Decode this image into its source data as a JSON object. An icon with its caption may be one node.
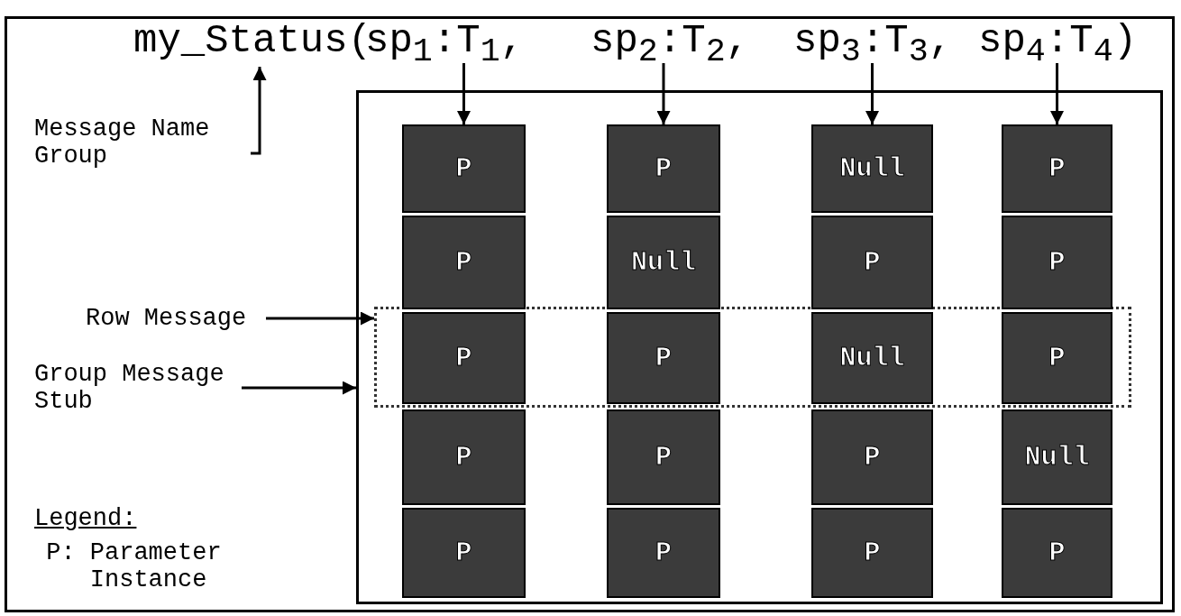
{
  "diagram": {
    "nodes": [
      {
        "text": [
          "my_Status("
        ]
      },
      {
        "text": [
          "sp$_{1}$:T$_{1}$,"
        ]
      },
      {
        "text": [
          "sp$_{2}$:T$_{2}$,"
        ]
      },
      {
        "text": [
          "sp$_{3}$:T$_{3}$,"
        ]
      },
      {
        "text": [
          "sp$_{4}$:T$_{4}$)"
        ]
      },
      {
        "text": [
          "Message Name Group"
        ]
      },
      {
        "text": [],
        "shape": "box"
      },
      {
        "text": [],
        "shape": "box",
        "in": 6
      },
      {
        "text": [
          "P"
        ],
        "in": 6
      },
      {
        "text": [
          "P"
        ],
        "in": 6
      },
      {
        "text": [
          "Null"
        ],
        "in": 6
      },
      {
        "text": [
          "P"
        ],
        "in": 6
      },
      {
        "text": [
          "P"
        ],
        "in": 6
      },
      {
        "text": [
          "Null"
        ],
        "in": 6
      },
      {
        "text": [
          "P"
        ],
        "in": 6
      },
      {
        "text": [
          "P"
        ],
        "in": 6
      },
      {
        "text": [
          "P"
        ],
        "in": 7
      },
      {
        "text": [
          "P"
        ],
        "in": 7
      },
      {
        "text": [
          "Null"
        ],
        "in": 7
      },
      {
        "text": [
          "P"
        ],
        "in": 7
      },
      {
        "text": [
          "P"
        ],
        "in": 6
      },
      {
        "text": [
          "P"
        ],
        "in": 6
      },
      {
        "text": [
          "P"
        ],
        "in": 6
      },
      {
        "text": [
          "Null"
        ],
        "in": 6
      },
      {
        "text": [
          "P"
        ],
        "in": 6
      },
      {
        "text": [
          "P"
        ],
        "in": 6
      },
      {
        "text": [
          "P"
        ],
        "in": 6
      },
      {
        "text": [
          "P"
        ],
        "in": 6
      },
      {
        "text": [
          "Row Message"
        ]
      },
      {
        "text": [
          "Group Message Stub"
        ]
      }
    ],
    "edges": [
      {
        "from": 5,
        "to": 0,
        "arrow": "to"
      },
      {
        "from": 1,
        "to": 8,
        "arrow": "to"
      },
      {
        "from": 2,
        "to": 9,
        "arrow": "to"
      },
      {
        "from": 3,
        "to": 10,
        "arrow": "to"
      },
      {
        "from": 4,
        "to": 11,
        "arrow": "to"
      },
      {
        "from": 28,
        "to": 7,
        "arrow": "to"
      },
      {
        "from": 29,
        "to": 6,
        "arrow": "to"
      }
    ],
    "labels": [
      "Legend:",
      "P: Parameter Instance"
    ]
  }
}
